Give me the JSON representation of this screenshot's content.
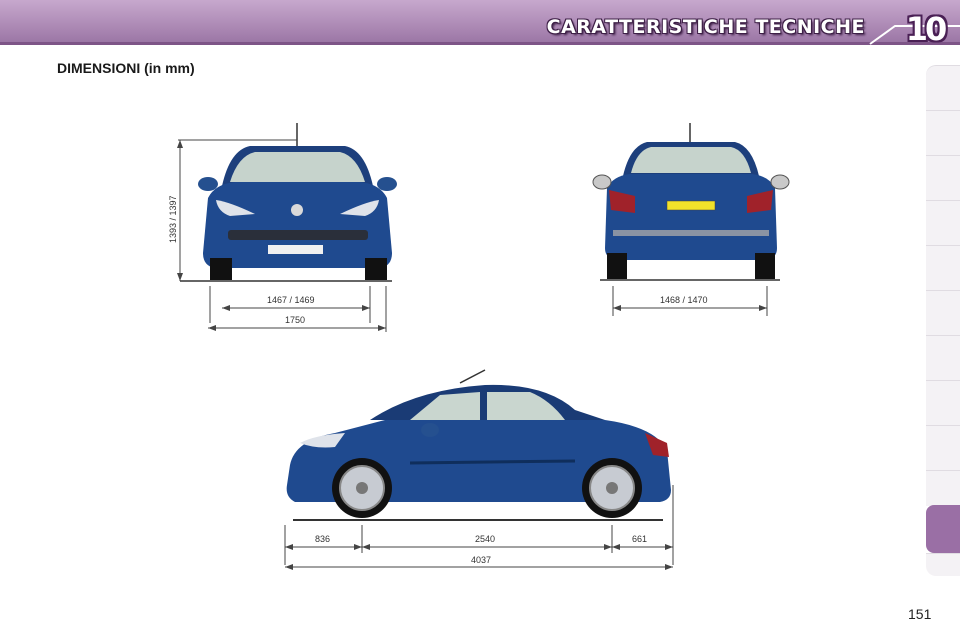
{
  "header": {
    "title": "CARATTERISTICHE TECNICHE",
    "chapter_number": "10"
  },
  "section_title": "DIMENSIONI (in mm)",
  "front_view": {
    "height": "1393 / 1397",
    "track_width": "1467 / 1469",
    "overall_width": "1750"
  },
  "rear_view": {
    "track_width": "1468 / 1470"
  },
  "side_view": {
    "front_overhang": "836",
    "wheelbase": "2540",
    "rear_overhang": "661",
    "overall_length": "4037"
  },
  "page_number": "151",
  "colors": {
    "header_band": "#a985b2",
    "car_body": "#1f4a8f",
    "tab_active": "#9a6fa5"
  }
}
